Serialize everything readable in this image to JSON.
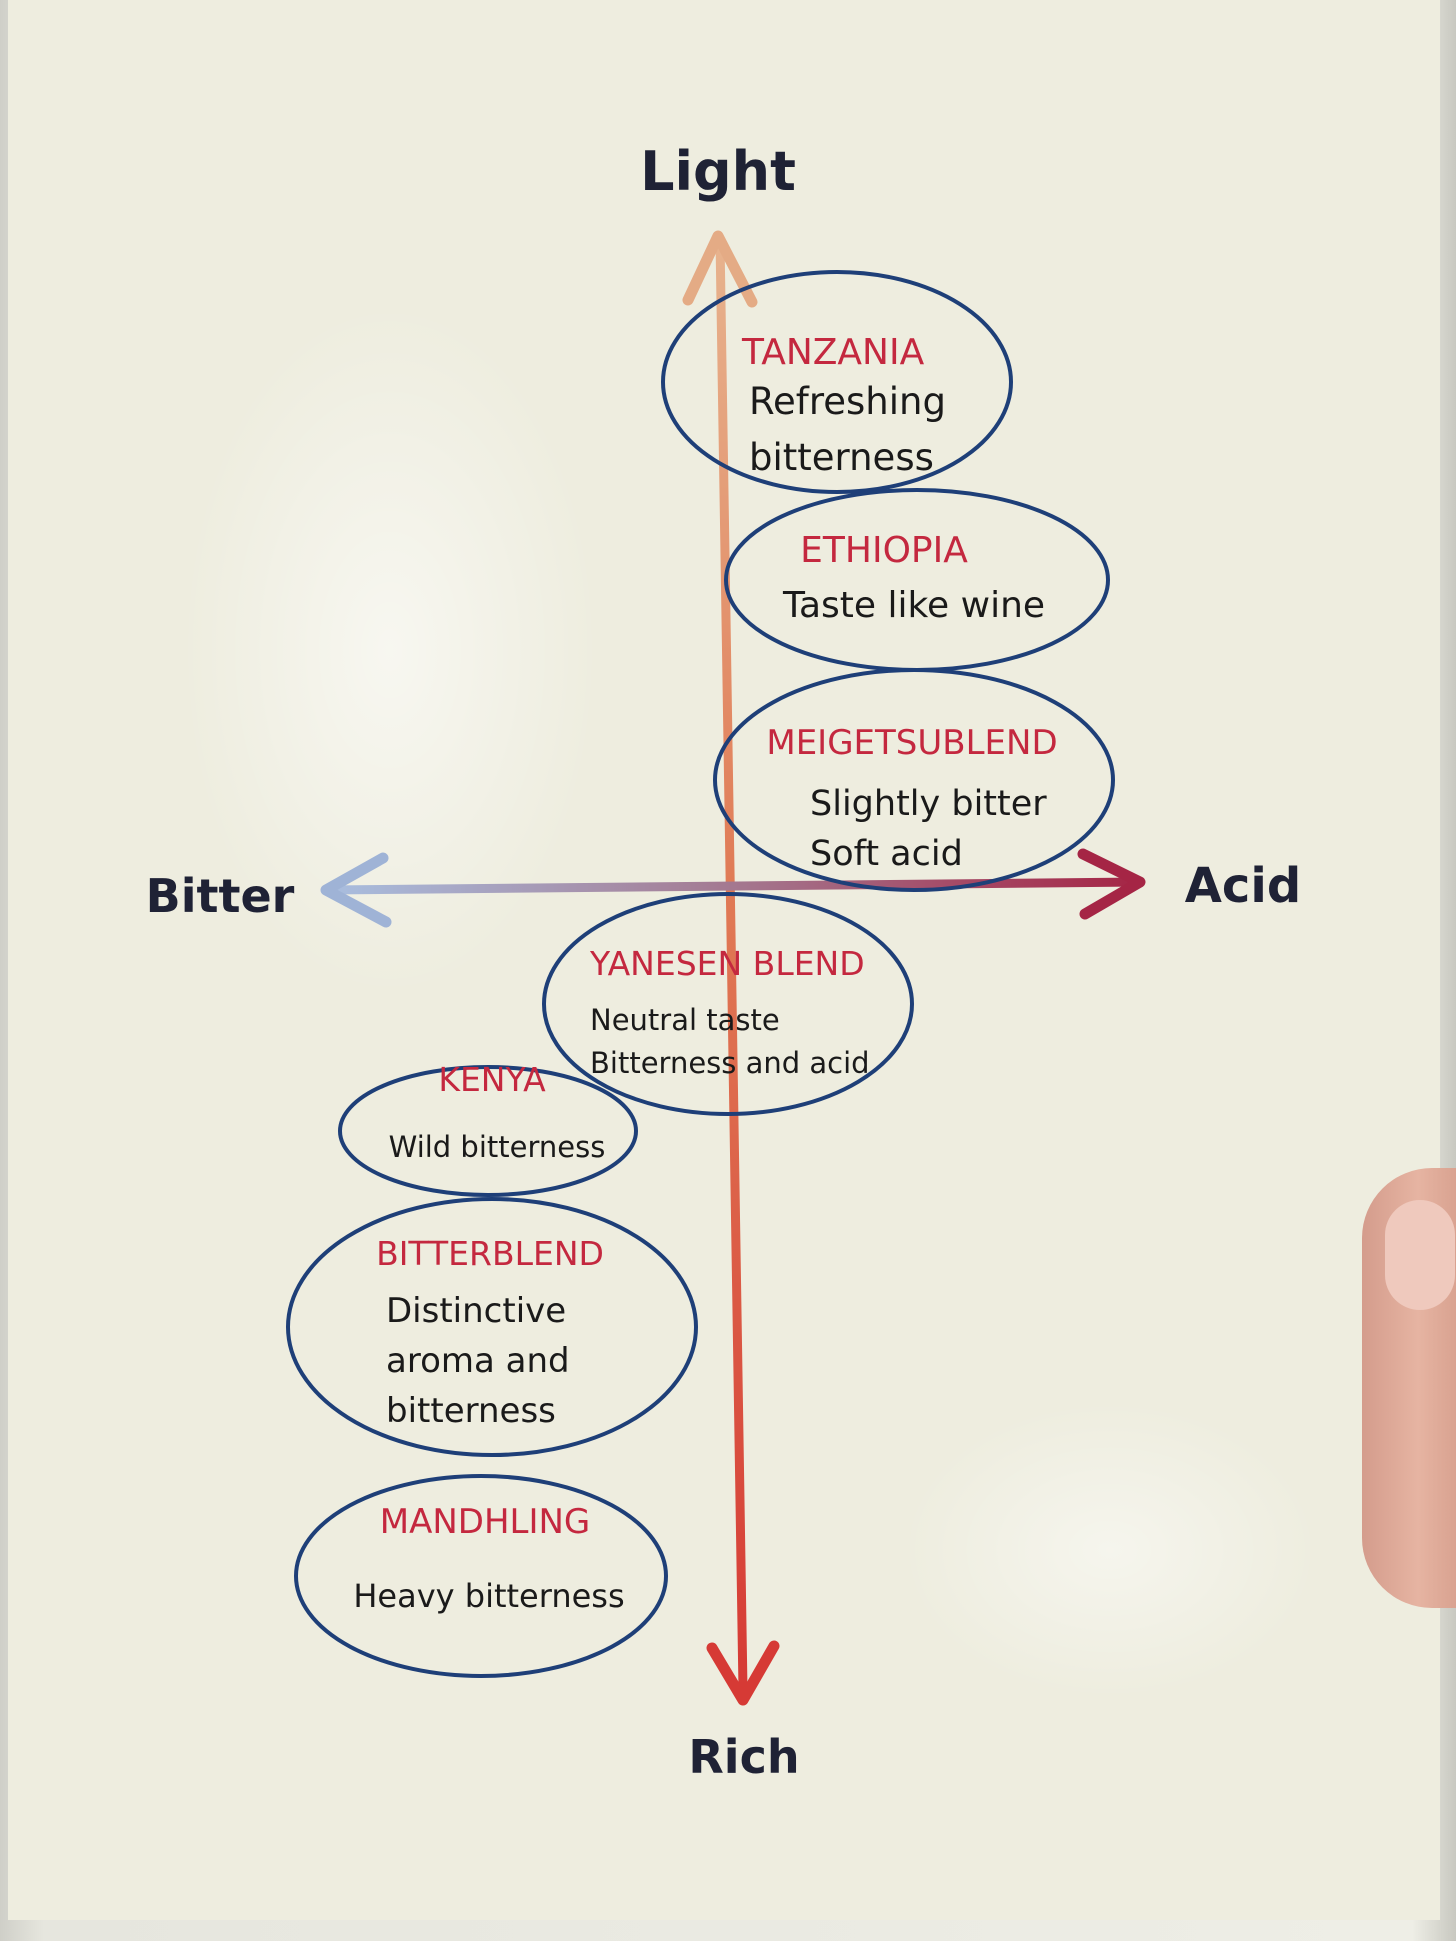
{
  "diagram": {
    "axes": {
      "top": "Light",
      "bottom": "Rich",
      "left": "Bitter",
      "right": "Acid"
    },
    "items": [
      {
        "name": "TANZANIA",
        "lines": [
          "Refreshing",
          "bitterness"
        ]
      },
      {
        "name": "ETHIOPIA",
        "lines": [
          "Taste like wine"
        ]
      },
      {
        "name": "MEIGETSUBLEND",
        "lines": [
          "Slightly bitter",
          "Soft acid"
        ]
      },
      {
        "name": "YANESEN BLEND",
        "lines": [
          "Neutral taste",
          "Bitterness and acid"
        ]
      },
      {
        "name": "KENYA",
        "lines": [
          "Wild bitterness"
        ]
      },
      {
        "name": "BITTERBLEND",
        "lines": [
          "Distinctive",
          "aroma and",
          "bitterness"
        ]
      },
      {
        "name": "MANDHLING",
        "lines": [
          "Heavy bitterness"
        ]
      }
    ],
    "colors": {
      "ellipse": "#1e3f78",
      "country": "#c4283f",
      "text": "#1a1a1a",
      "axis_label": "#1f2235",
      "arrow_top": "#e3a37d",
      "arrow_bottom": "#d63a35",
      "arrow_left": "#9fb3d6",
      "arrow_right": "#a52545"
    }
  }
}
